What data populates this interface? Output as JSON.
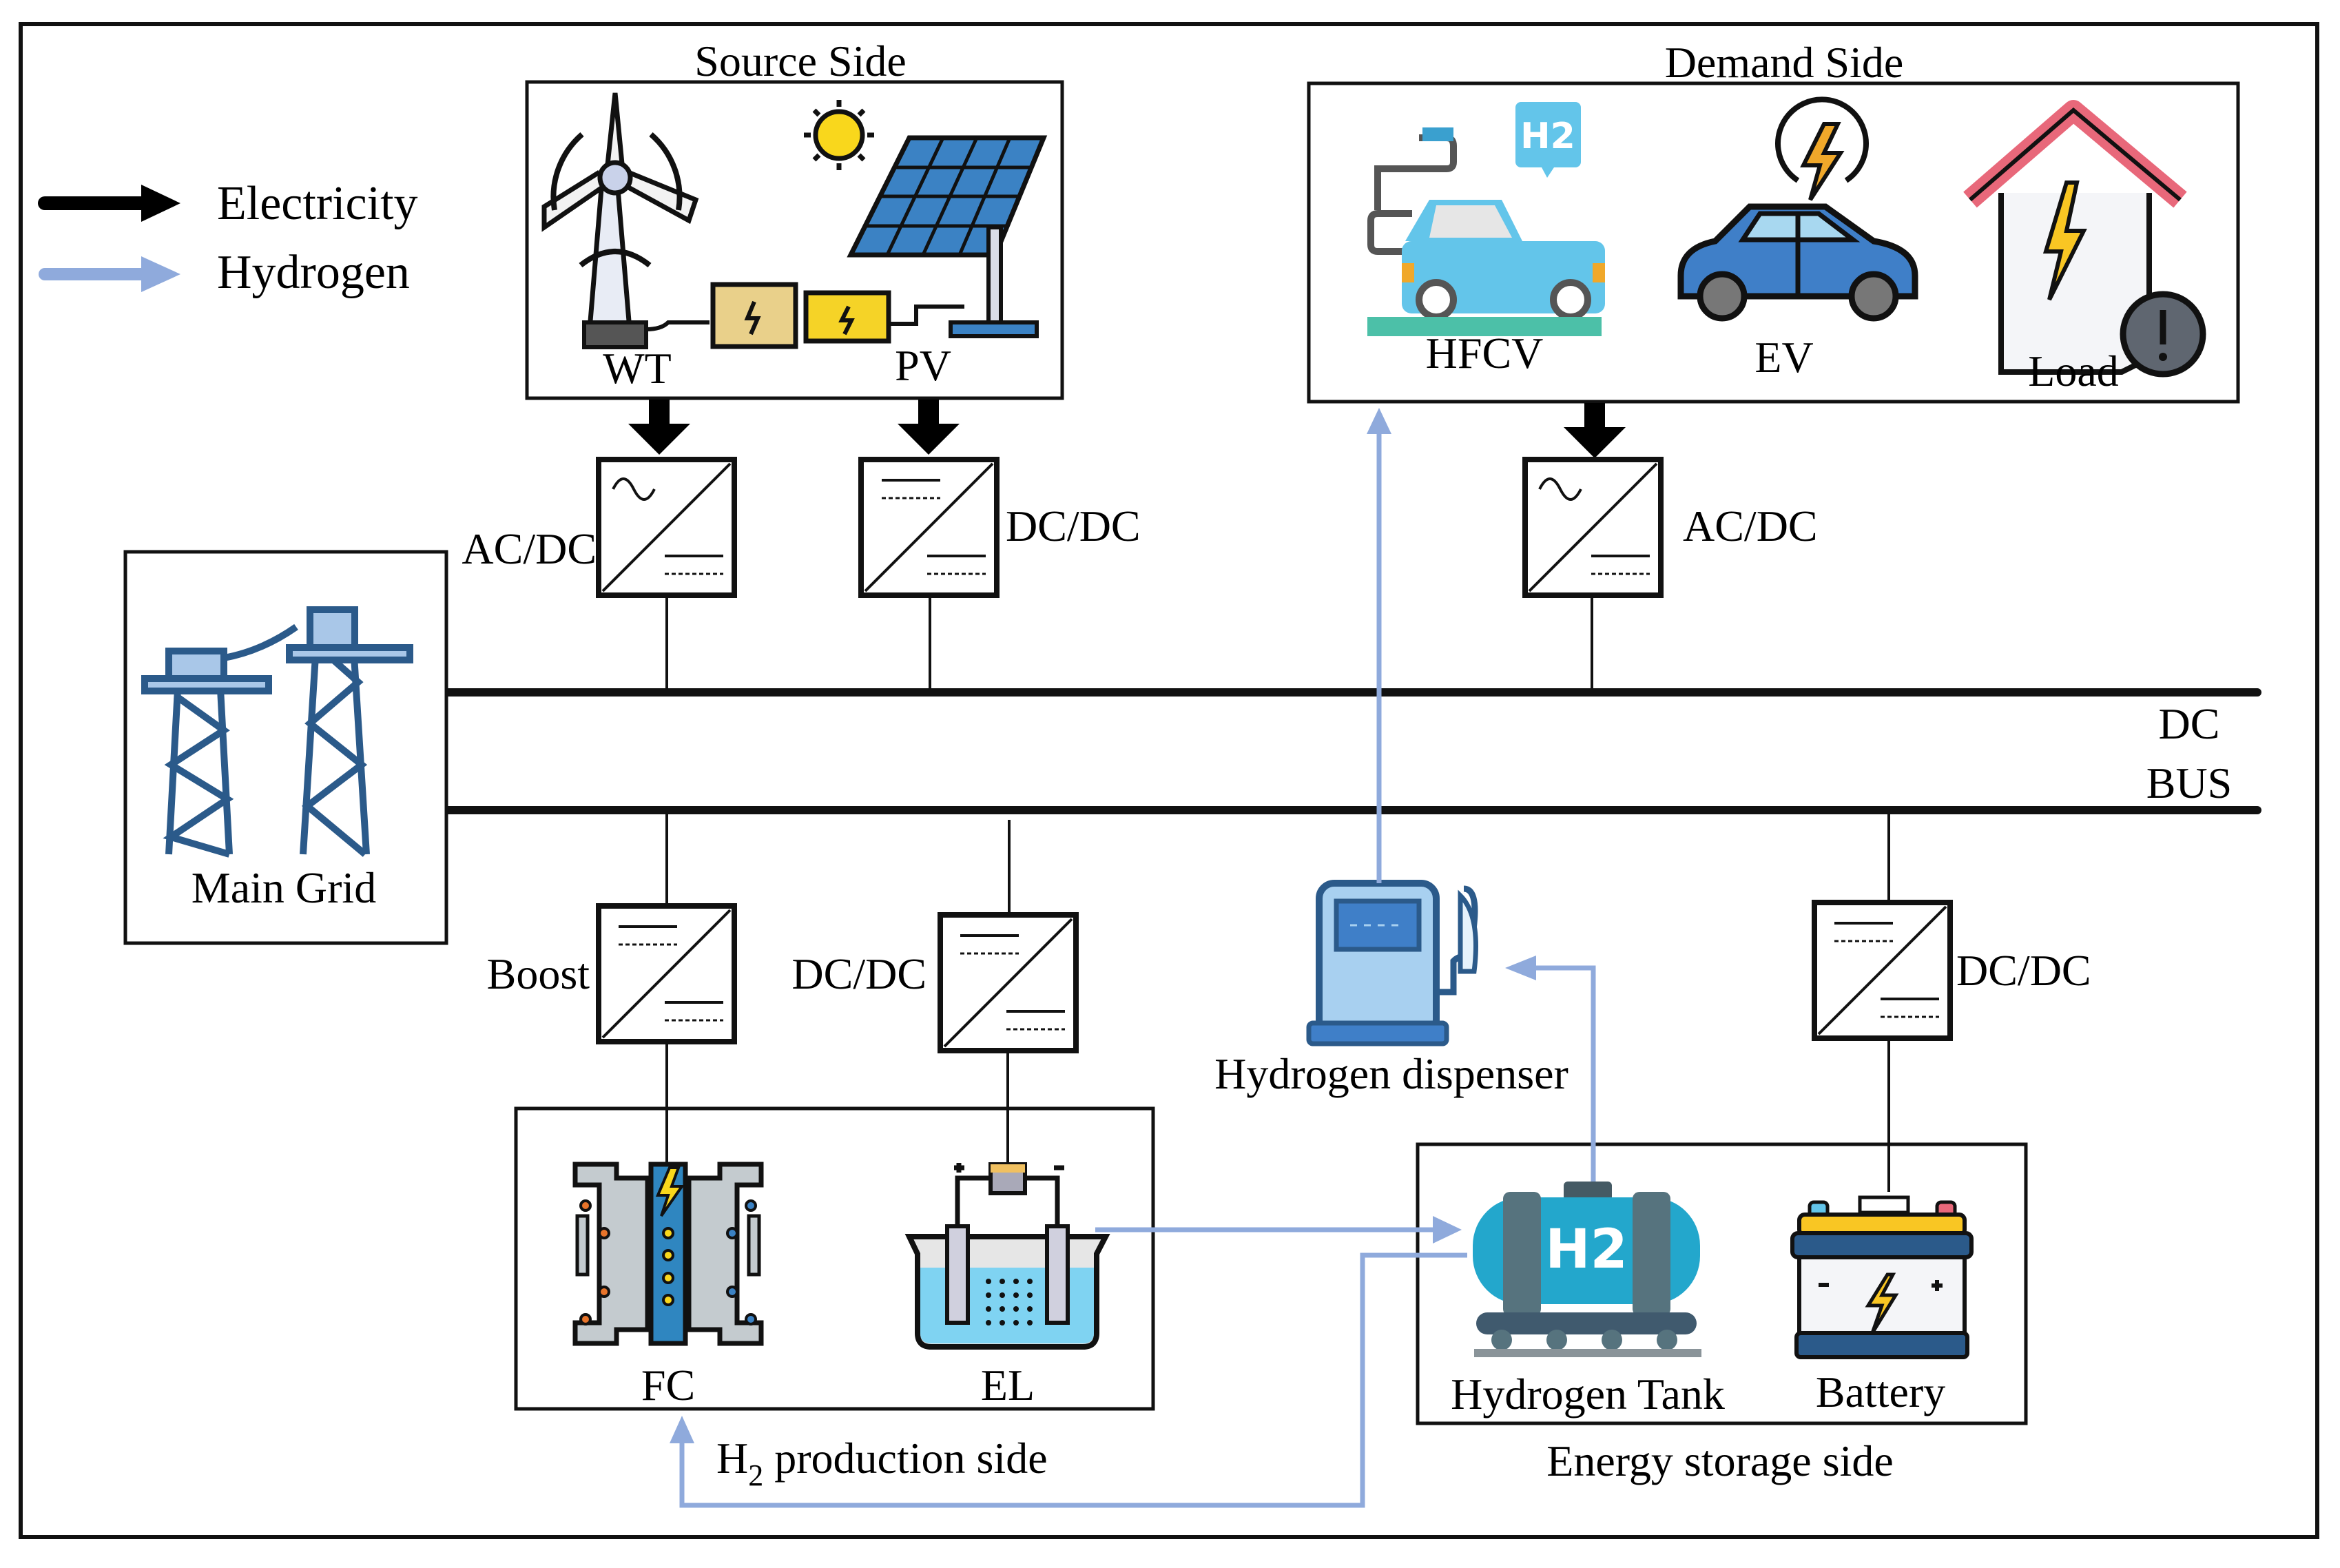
{
  "legend": {
    "items": [
      {
        "label": "Electricity",
        "color": "#000000"
      },
      {
        "label": "Hydrogen",
        "color": "#8faadc"
      }
    ]
  },
  "sections": {
    "source": {
      "title": "Source Side",
      "items": [
        "WT",
        "PV"
      ]
    },
    "demand": {
      "title": "Demand Side",
      "items": [
        "HFCV",
        "EV",
        "Load"
      ]
    },
    "main_grid": {
      "label": "Main Grid"
    },
    "h2_production": {
      "title_main": "H",
      "title_sub": "2",
      "title_rest": " production side",
      "items": [
        "FC",
        "EL"
      ]
    },
    "storage": {
      "title": "Energy storage side",
      "items": [
        "Hydrogen Tank",
        "Battery"
      ]
    },
    "dispenser": {
      "label": "Hydrogen dispenser"
    }
  },
  "bus": {
    "line1": "DC",
    "line2": "BUS"
  },
  "converters": {
    "wt": "AC/DC",
    "pv": "DC/DC",
    "demand": "AC/DC",
    "fc": "Boost",
    "el": "DC/DC",
    "battery": "DC/DC"
  },
  "icons": {
    "h2_badge": "H2",
    "tank_h2": "H2"
  },
  "colors": {
    "electricity": "#000000",
    "hydrogen": "#8faadc",
    "grid_blue": "#2b5a8a",
    "panel_blue": "#3b82c4",
    "sun_yellow": "#f9d71c",
    "car_light": "#63c5ea",
    "car_dark": "#3f7fc8",
    "roof_red": "#e8687a",
    "tank_blue": "#23a7cc"
  }
}
